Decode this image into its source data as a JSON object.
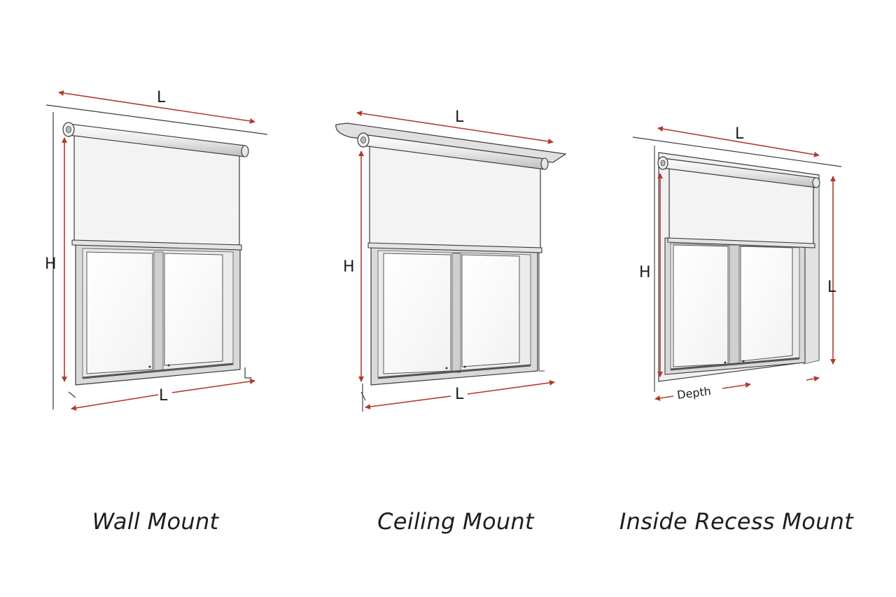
{
  "colors": {
    "dimension_arrow": "#b23a2a",
    "outline": "#3a3a3a",
    "shade_fabric": "#f3f3f3",
    "frame": "#d6d6d6"
  },
  "panels": [
    {
      "caption": "Wall Mount",
      "top_length_label": "L",
      "height_label": "H",
      "bottom_length_label": "L"
    },
    {
      "caption": "Ceiling Mount",
      "top_length_label": "L",
      "height_label": "H",
      "bottom_length_label": "L"
    },
    {
      "caption": "Inside Recess Mount",
      "top_length_label": "L",
      "height_label": "H",
      "side_length_label": "L",
      "depth_label": "Depth"
    }
  ]
}
